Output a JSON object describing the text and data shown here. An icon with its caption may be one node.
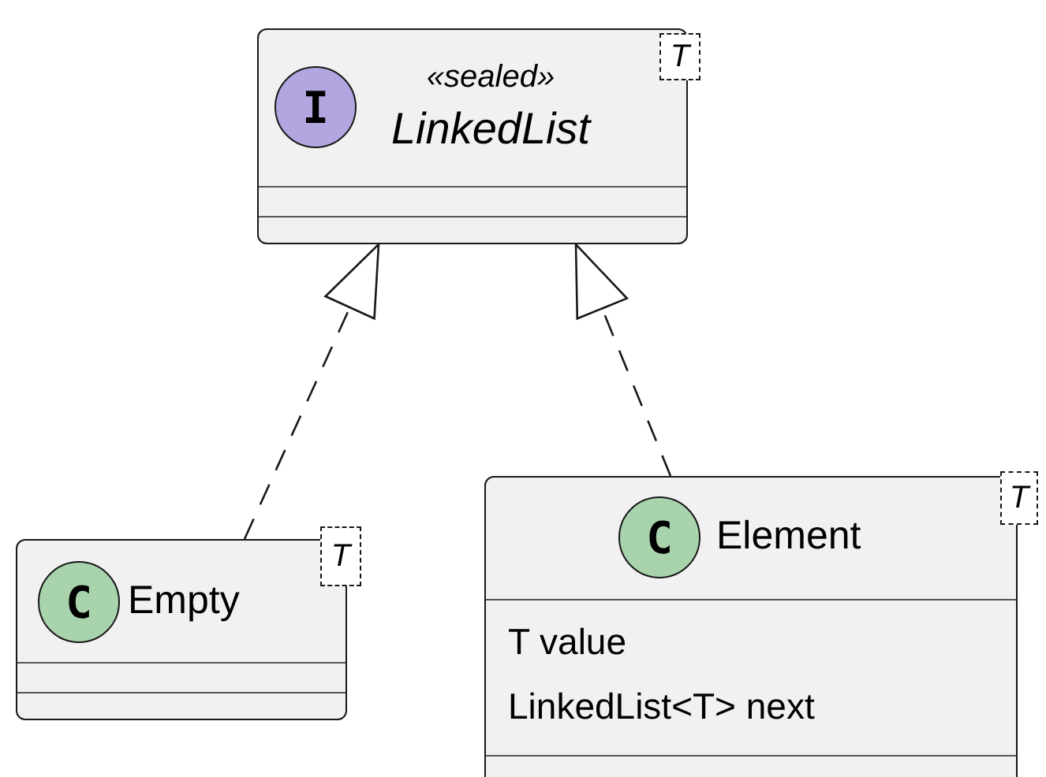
{
  "diagram": {
    "nodes": [
      {
        "text": [
          "I",
          "«sealed»",
          "LinkedList",
          "T"
        ]
      },
      {
        "text": [
          "C",
          "Empty",
          "T"
        ]
      },
      {
        "text": [
          "C",
          "Element",
          "T",
          "T value",
          "LinkedList<T> next"
        ]
      }
    ],
    "edges": [
      {
        "from": 1,
        "to": 0,
        "arrow": "to",
        "style": "dashed"
      },
      {
        "from": 2,
        "to": 0,
        "arrow": "to",
        "style": "dashed"
      }
    ]
  }
}
